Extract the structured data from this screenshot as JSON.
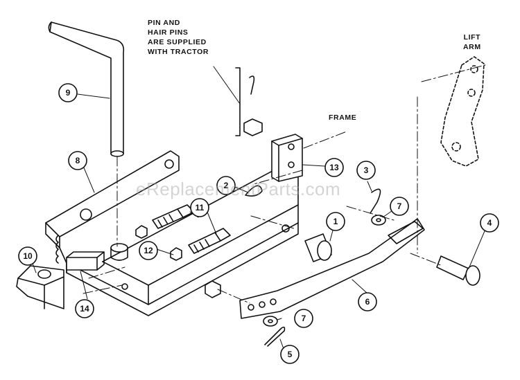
{
  "notes": {
    "pins_supplied": [
      "PIN AND",
      "HAIR PINS",
      "ARE SUPPLIED",
      "WITH TRACTOR"
    ],
    "lift_arm": [
      "LIFT",
      "ARM"
    ],
    "frame": "FRAME"
  },
  "callouts": [
    "1",
    "2",
    "3",
    "4",
    "5",
    "6",
    "7",
    "7",
    "8",
    "9",
    "10",
    "11",
    "12",
    "13",
    "14"
  ],
  "watermark": "eReplacementParts.com",
  "colors": {
    "ink": "#111111",
    "watermark": "#a0a0a0"
  }
}
